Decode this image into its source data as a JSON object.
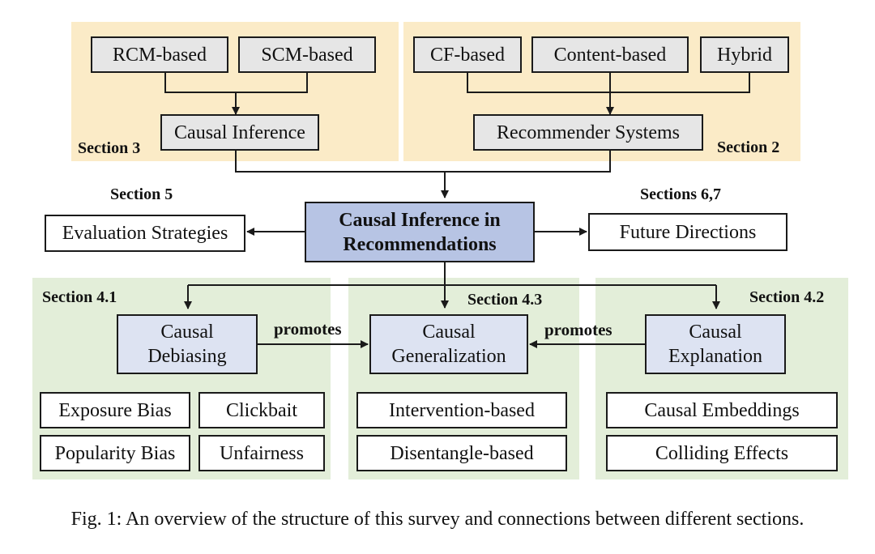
{
  "panels": {
    "section3": "Section 3",
    "section2": "Section 2",
    "section41": "Section 4.1",
    "section43": "Section 4.3",
    "section42": "Section 4.2"
  },
  "labels": {
    "section5": "Section 5",
    "sections67": "Sections 6,7"
  },
  "nodes": {
    "rcm": "RCM-based",
    "scm": "SCM-based",
    "causal_inference": "Causal Inference",
    "cf": "CF-based",
    "content": "Content-based",
    "hybrid": "Hybrid",
    "recsys": "Recommender Systems",
    "center_line1": "Causal Inference in",
    "center_line2": "Recommendations",
    "evaluation": "Evaluation Strategies",
    "future": "Future Directions",
    "debiasing_line1": "Causal",
    "debiasing_line2": "Debiasing",
    "generalization_line1": "Causal",
    "generalization_line2": "Generalization",
    "explanation_line1": "Causal",
    "explanation_line2": "Explanation",
    "exposure": "Exposure Bias",
    "clickbait": "Clickbait",
    "popularity": "Popularity Bias",
    "unfairness": "Unfairness",
    "intervention": "Intervention-based",
    "disentangle": "Disentangle-based",
    "embeddings": "Causal Embeddings",
    "colliding": "Colliding Effects"
  },
  "edges": {
    "promotes_left": "promotes",
    "promotes_right": "promotes"
  },
  "caption": "Fig. 1: An overview of the structure of this survey and connections between different sections."
}
